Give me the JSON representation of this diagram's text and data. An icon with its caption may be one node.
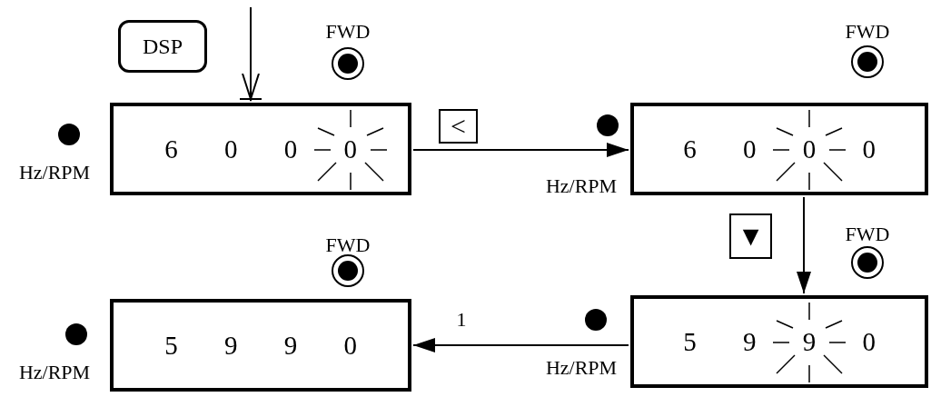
{
  "diagram": {
    "nodes": [
      {
        "text": [
          "DSP"
        ]
      },
      {
        "text": [
          "6 0 0 0"
        ],
        "beside": [
          "FWD",
          "Hz/RPM"
        ]
      },
      {
        "text": [
          "6 0 0 0"
        ],
        "beside": [
          "FWD",
          "Hz/RPM"
        ]
      },
      {
        "text": [
          "5 9 9 0"
        ],
        "beside": [
          "FWD",
          "Hz/RPM"
        ]
      },
      {
        "text": [
          "5 9 9 0"
        ],
        "beside": [
          "FWD",
          "Hz/RPM"
        ]
      }
    ],
    "edges": [
      {
        "from": null,
        "to": 1,
        "arrow": "to"
      },
      {
        "from": 1,
        "to": 2,
        "arrow": "to",
        "label": "<"
      },
      {
        "from": 2,
        "to": 3,
        "arrow": "to",
        "label": "▼"
      },
      {
        "from": 3,
        "to": 4,
        "arrow": "to",
        "label": "1"
      }
    ]
  }
}
